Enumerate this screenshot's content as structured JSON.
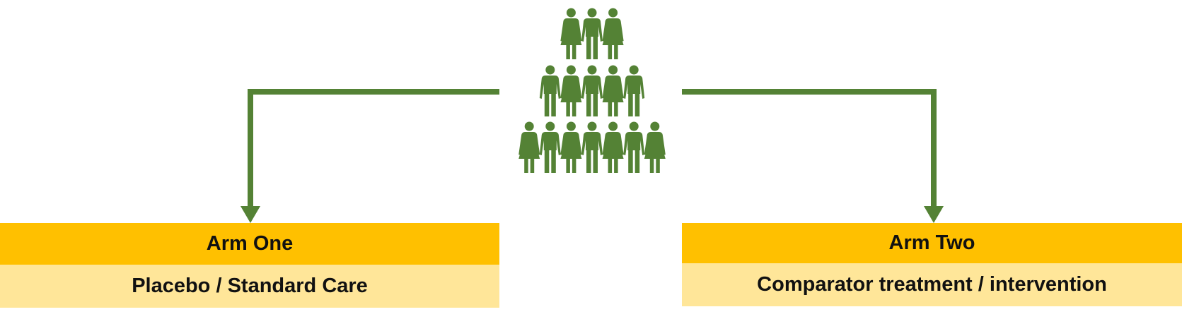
{
  "colors": {
    "figure": "#548235",
    "arrow": "#548235",
    "header_fill": "#FFC000",
    "body_fill": "#FFE699",
    "text": "#111111"
  },
  "population": {
    "icon": "people-icon",
    "rows": [
      3,
      5,
      7
    ]
  },
  "arms": [
    {
      "title": "Arm One",
      "detail": "Placebo / Standard Care"
    },
    {
      "title": "Arm Two",
      "detail": "Comparator treatment / intervention"
    }
  ]
}
